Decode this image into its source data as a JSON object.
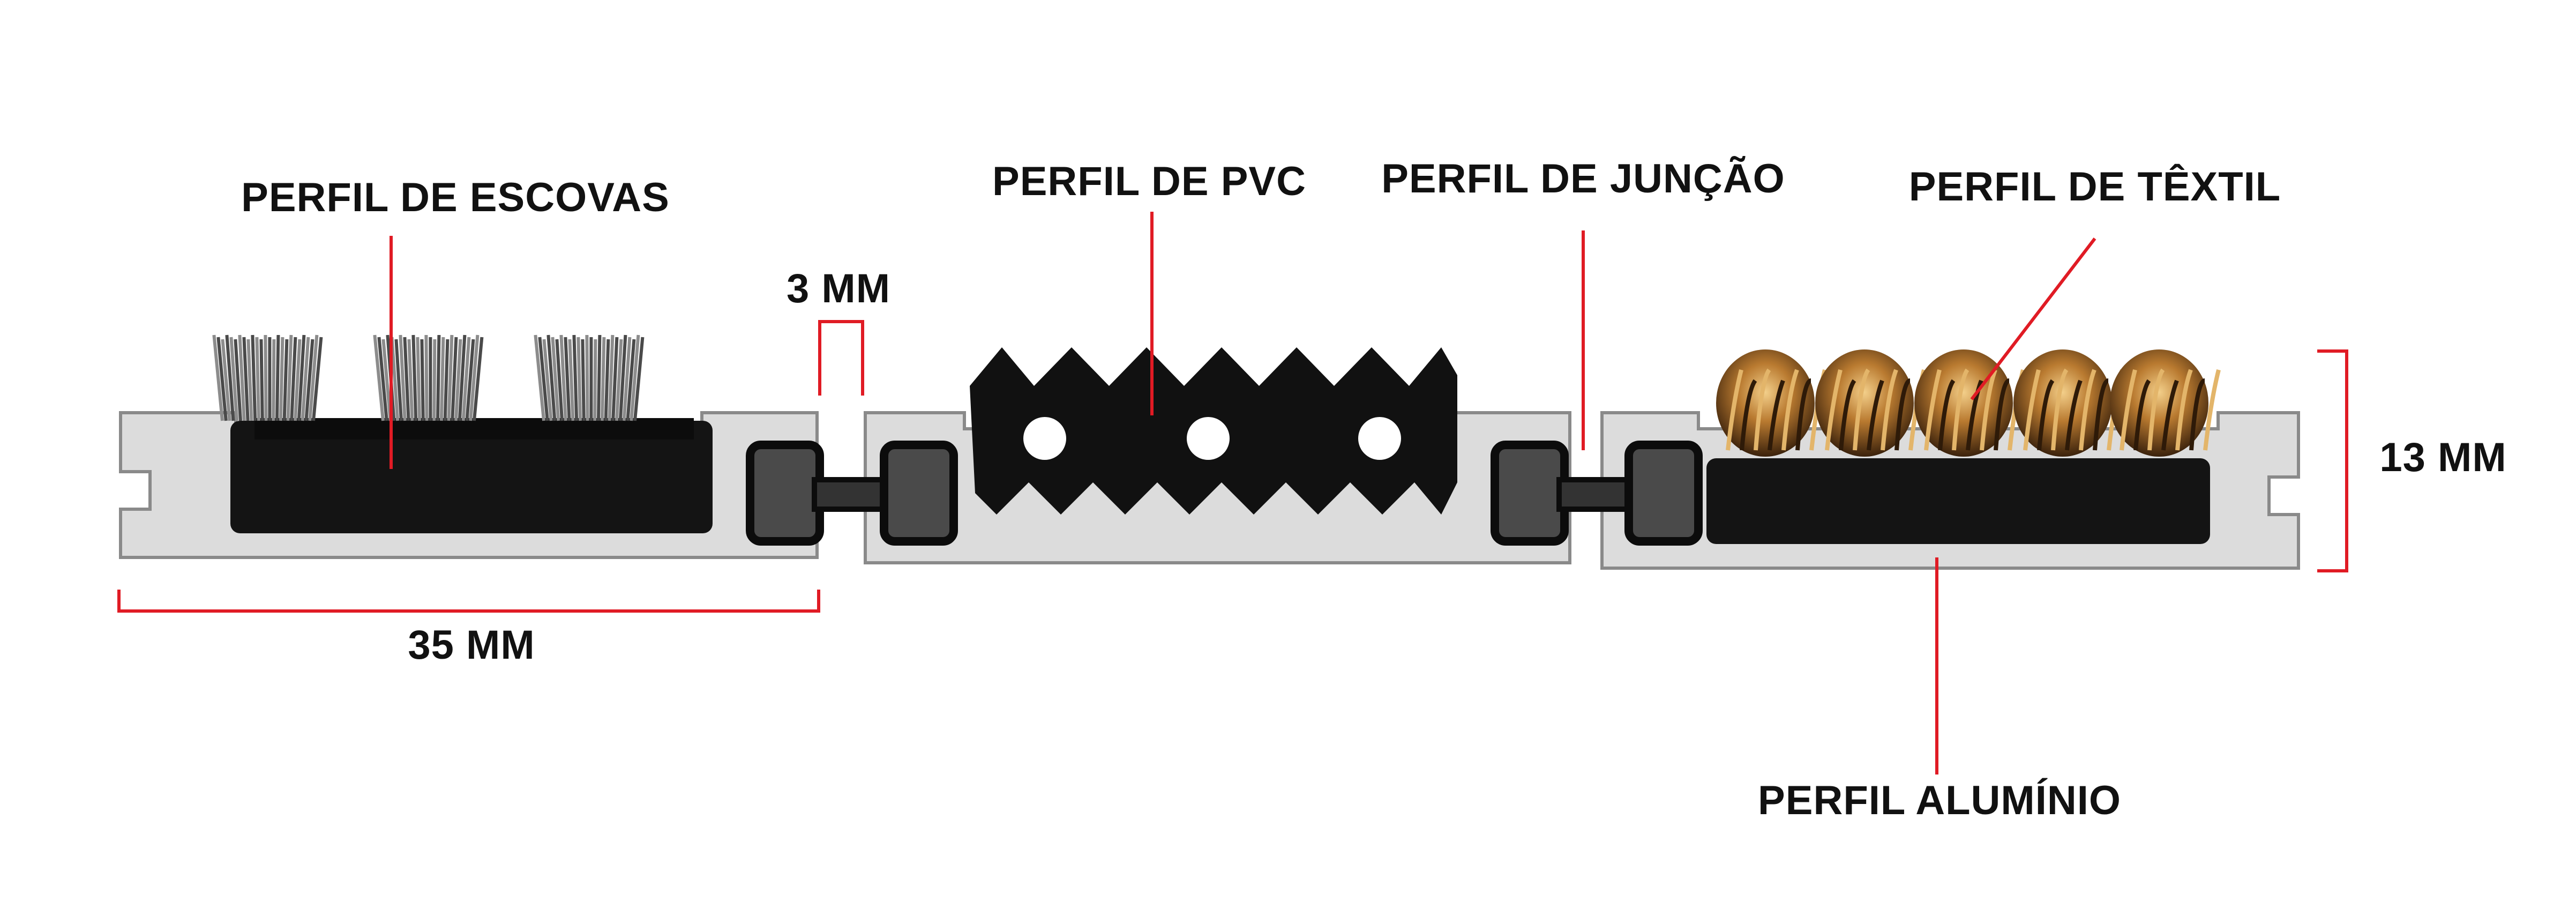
{
  "labels": {
    "brush_profile": "PERFIL DE ESCOVAS",
    "pvc_profile": "PERFIL DE PVC",
    "joint_profile": "PERFIL DE JUNÇÃO",
    "textile_profile": "PERFIL DE TÊXTIL",
    "aluminum_profile": "PERFIL ALUMÍNIO"
  },
  "dimensions": {
    "gap": "3 MM",
    "width": "35 MM",
    "height": "13 MM"
  },
  "colors": {
    "leader": "#e01b24",
    "aluminum": "#dcdcdc",
    "aluminum_edge": "#8a8a8a",
    "rubber": "#141414",
    "brush": "#6a6a6a",
    "textile": "#a86b2a"
  }
}
